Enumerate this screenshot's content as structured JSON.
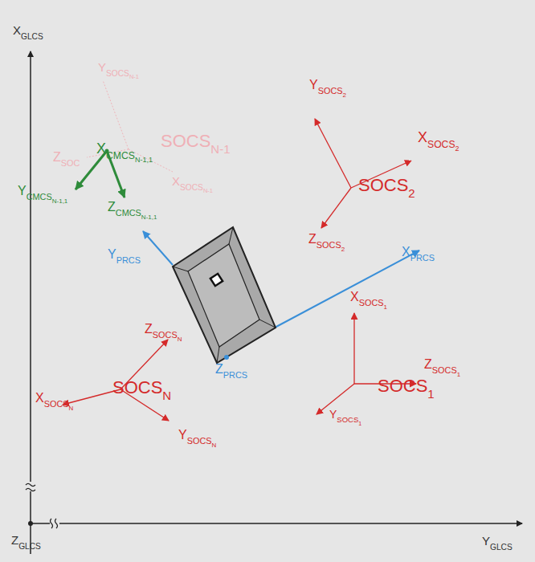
{
  "diagram": {
    "labels": [
      "X",
      "GLCS",
      "Y",
      "GLCS",
      "Z",
      "GLCS",
      "Y",
      "SOCS",
      "N-1",
      "SOCS",
      "N-1",
      "Z",
      "SOC",
      "X",
      "SOCS",
      "N-1",
      "X",
      "CMCS",
      "N-1,1",
      "Y",
      "CMCS",
      "N-1,1",
      "Z",
      "CMCS",
      "N-1,1",
      "Y",
      "SOCS",
      "2",
      "X",
      "SOCS",
      "2",
      "SOCS",
      "2",
      "Z",
      "SOCS",
      "2",
      "Y",
      "PRCS",
      "X",
      "PRCS",
      "Z",
      "PRCS",
      "X",
      "SOCS",
      "1",
      "Z",
      "SOCS",
      "1",
      "Y",
      "SOCS",
      "1",
      "SOCS",
      "1",
      "Z",
      "SOCS",
      "N",
      "X",
      "SOCS",
      "N",
      "SOCS",
      "N",
      "Y",
      "SOCS",
      "N"
    ]
  }
}
